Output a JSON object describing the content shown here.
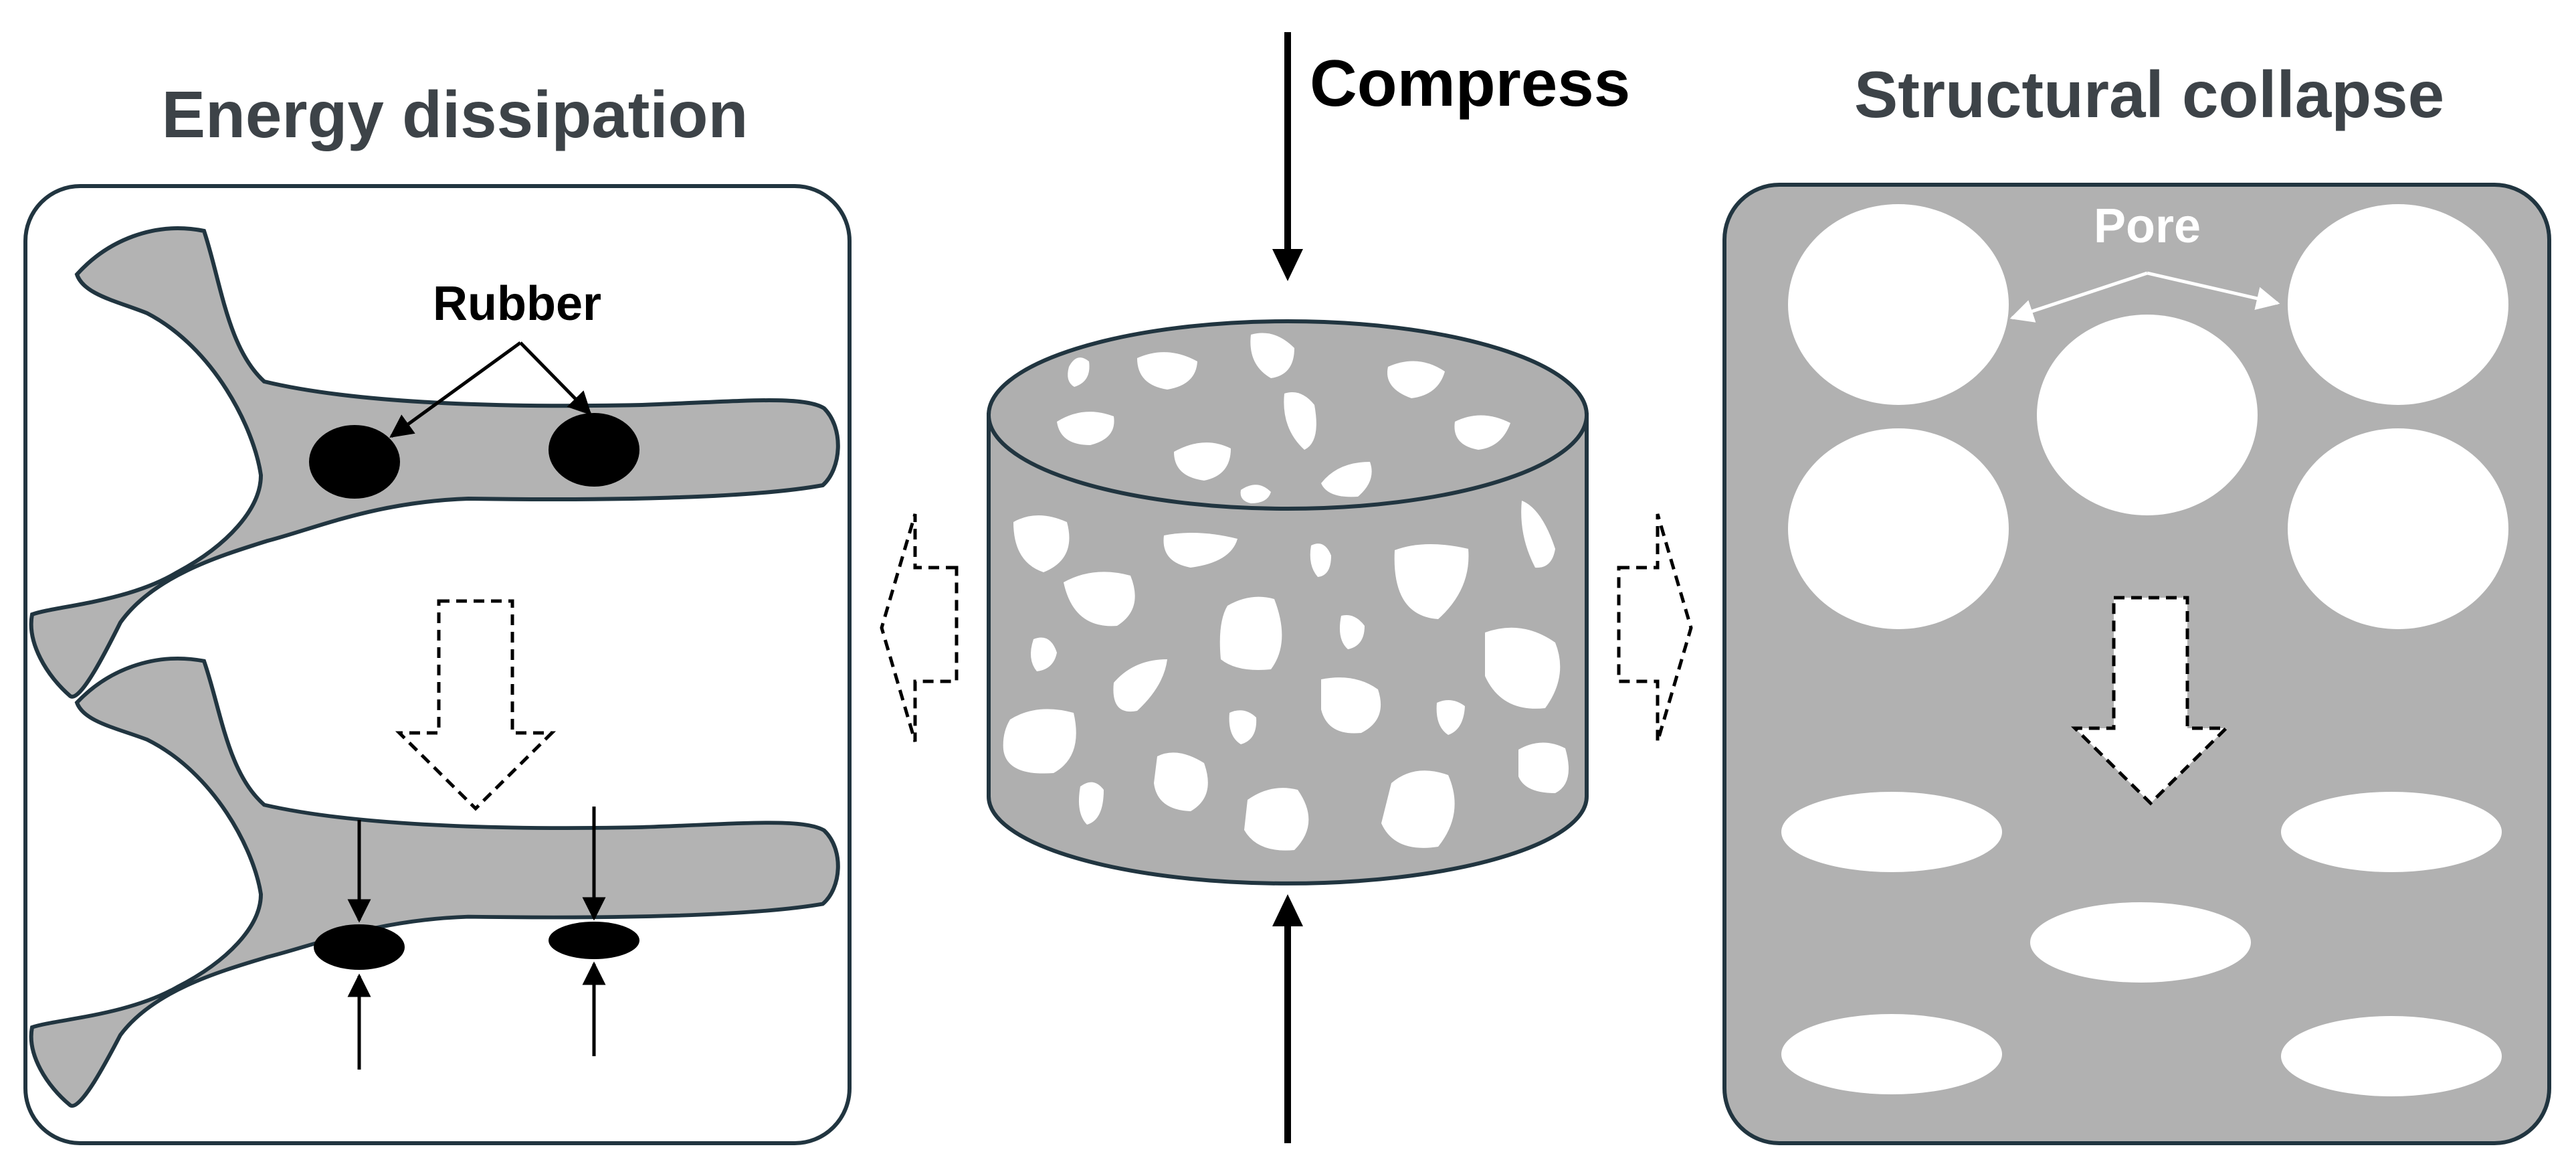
{
  "left_panel": {
    "title": "Energy dissipation",
    "rubber_label": "Rubber",
    "fill_color": "#b3b3b3",
    "border_color": "#213540",
    "rubber_color": "#000000"
  },
  "center": {
    "label": "Compress",
    "body_color": "#afafaf",
    "pore_color": "#ffffff"
  },
  "right_panel": {
    "title": "Structural collapse",
    "pore_label": "Pore",
    "fill_color": "#b1b1b1",
    "pore_color": "#ffffff"
  },
  "colors": {
    "title_text": "#3d4348",
    "label_text": "#000000",
    "arrow": "#000000",
    "outline": "#213540"
  }
}
